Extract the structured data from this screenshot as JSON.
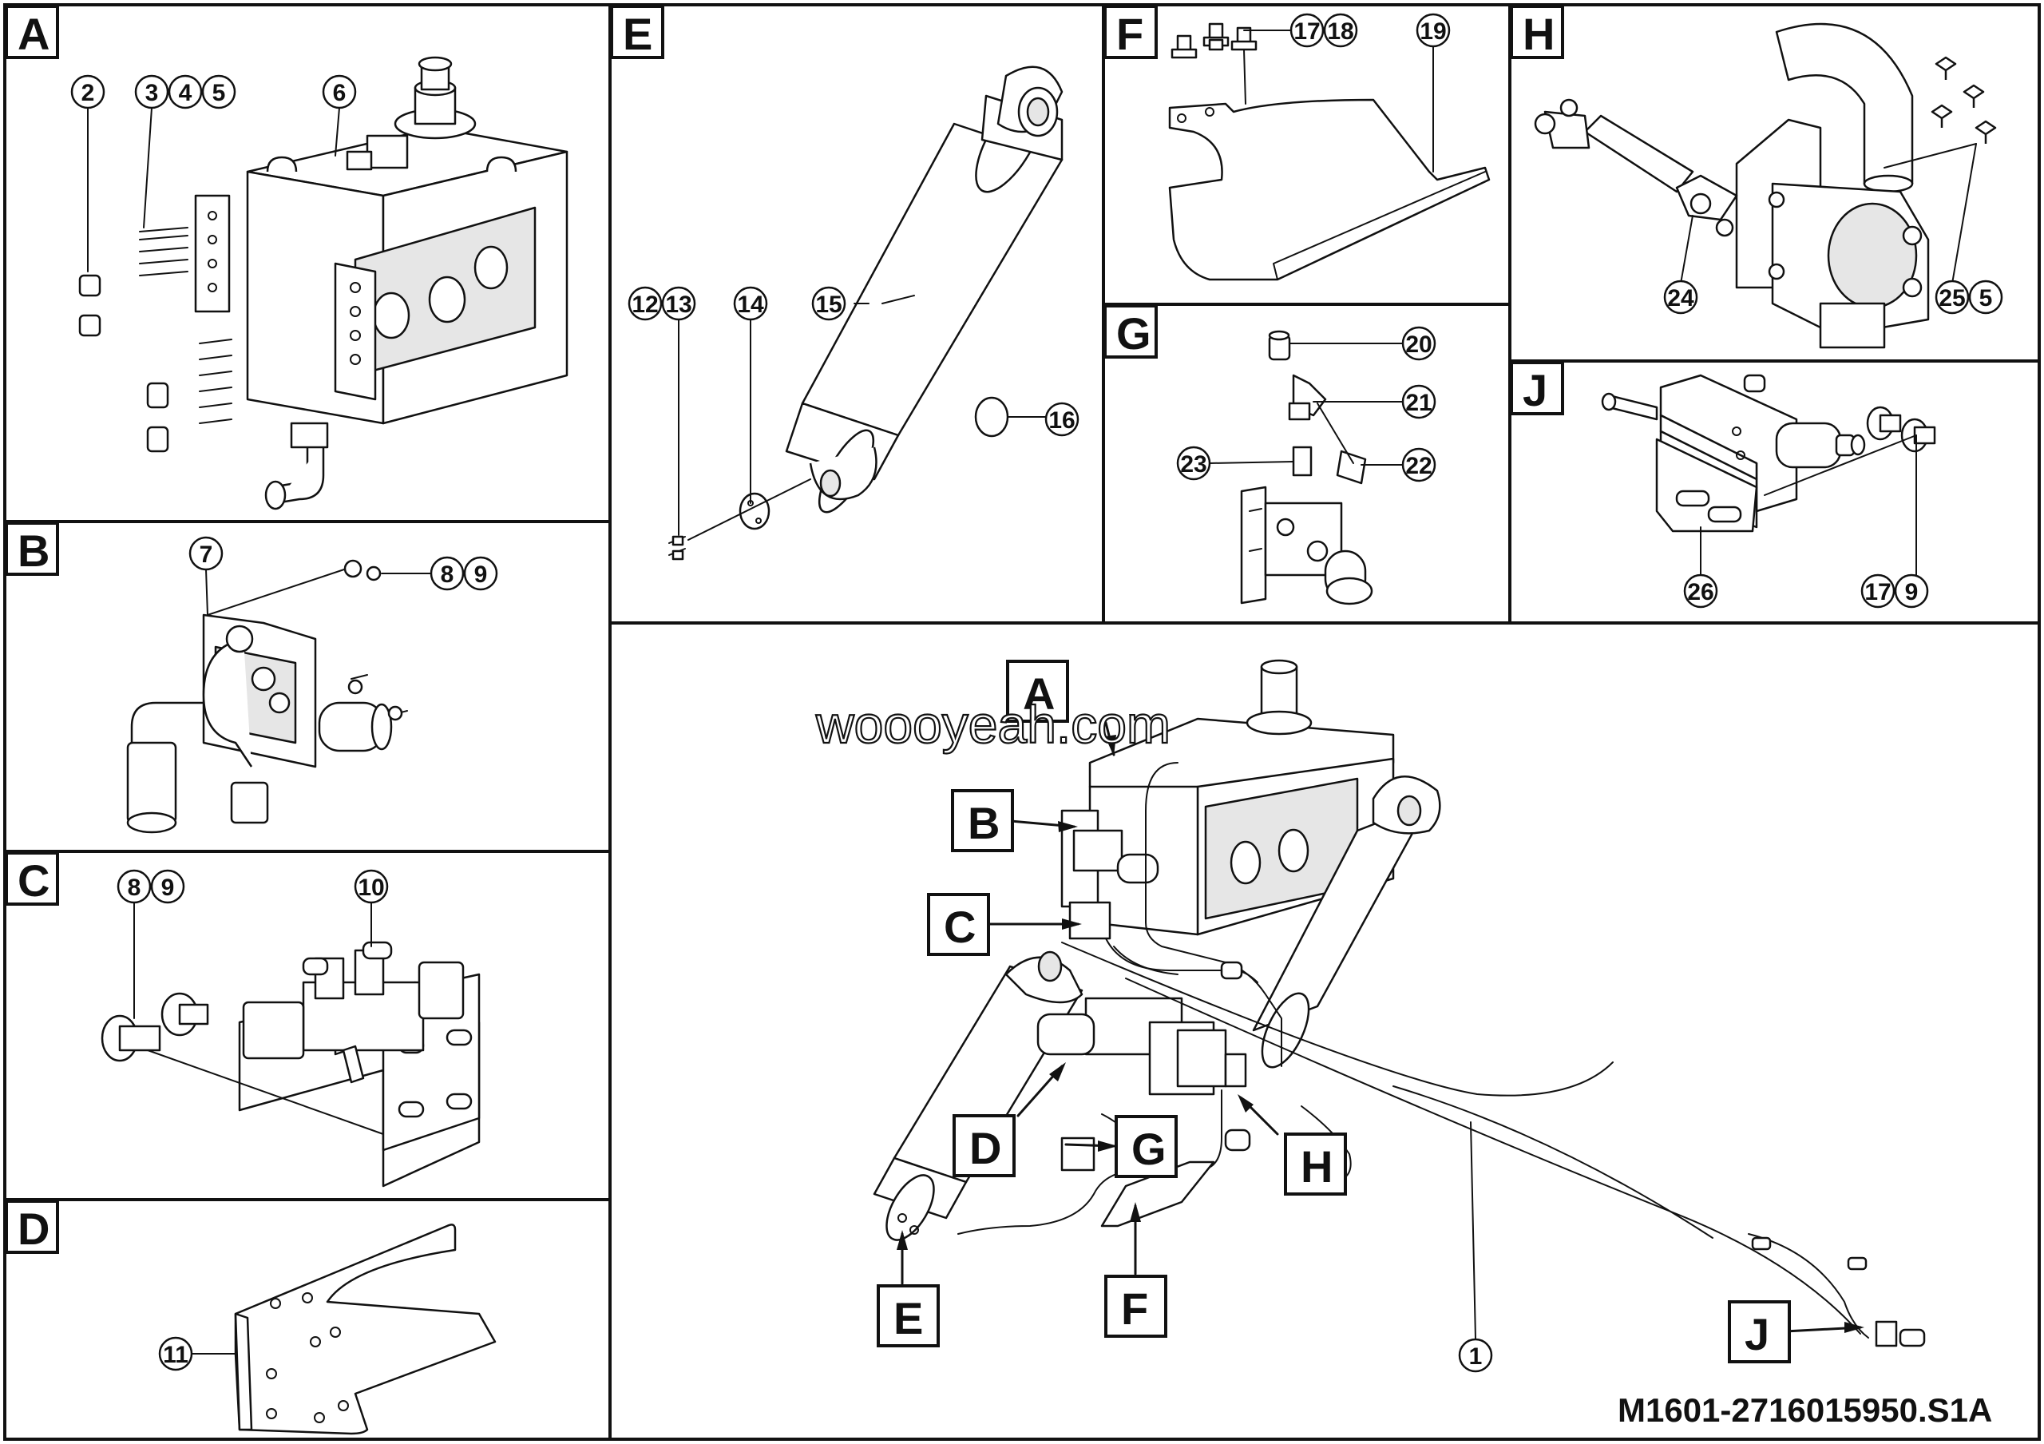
{
  "panels": {
    "A": {
      "tag": "A",
      "callouts": [
        "2",
        "3",
        "4",
        "5",
        "6"
      ]
    },
    "B": {
      "tag": "B",
      "callouts": [
        "7",
        "8",
        "9"
      ]
    },
    "C": {
      "tag": "C",
      "callouts": [
        "8",
        "9",
        "10"
      ]
    },
    "D": {
      "tag": "D",
      "callouts": [
        "11"
      ]
    },
    "E": {
      "tag": "E",
      "callouts": [
        "12",
        "13",
        "14",
        "15",
        "16"
      ]
    },
    "F": {
      "tag": "F",
      "callouts": [
        "17",
        "18",
        "19"
      ]
    },
    "G": {
      "tag": "G",
      "callouts": [
        "20",
        "21",
        "22",
        "23"
      ]
    },
    "H": {
      "tag": "H",
      "callouts": [
        "24",
        "25",
        "5"
      ]
    },
    "J": {
      "tag": "J",
      "callouts": [
        "26",
        "17",
        "9"
      ]
    }
  },
  "overview": {
    "tags": [
      "A",
      "B",
      "C",
      "D",
      "E",
      "F",
      "G",
      "H",
      "J"
    ],
    "callout": "1"
  },
  "watermark": "woooyeah.com",
  "drawing_number": "M1601-2716015950.S1A"
}
